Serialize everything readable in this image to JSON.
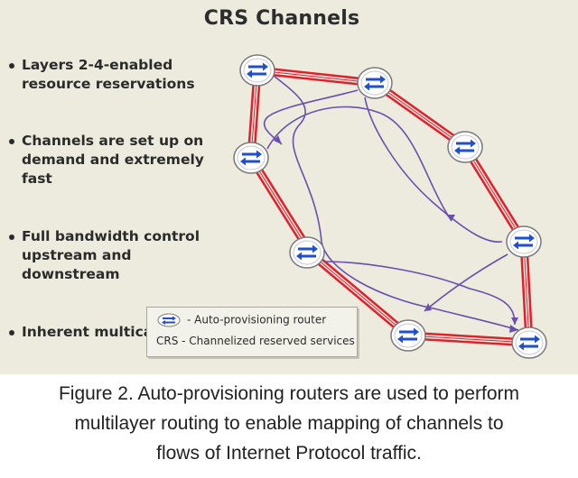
{
  "title": "CRS Channels",
  "bullets": [
    "Layers 2-4-enabled\nresource reservations",
    "Channels are set up on\ndemand and extremely\nfast",
    "Full bandwidth control\nupstream and\ndownstream",
    "Inherent multicast"
  ],
  "legend": {
    "router_label": "- Auto-provisioning router",
    "crs_label": "CRS - Channelized reserved services"
  },
  "caption": {
    "line1": "Figure 2. Auto-provisioning routers are used to perform",
    "line2": "multilayer routing to enable mapping of channels to",
    "line3": "flows of Internet Protocol traffic."
  },
  "colors": {
    "ring": "#e2202a",
    "channel": "#6a4fb0",
    "router_arrow": "#1e4fd0",
    "panel": "#ecebdd"
  },
  "icons": {
    "router": "bidirectional-arrow-ellipse-icon"
  }
}
